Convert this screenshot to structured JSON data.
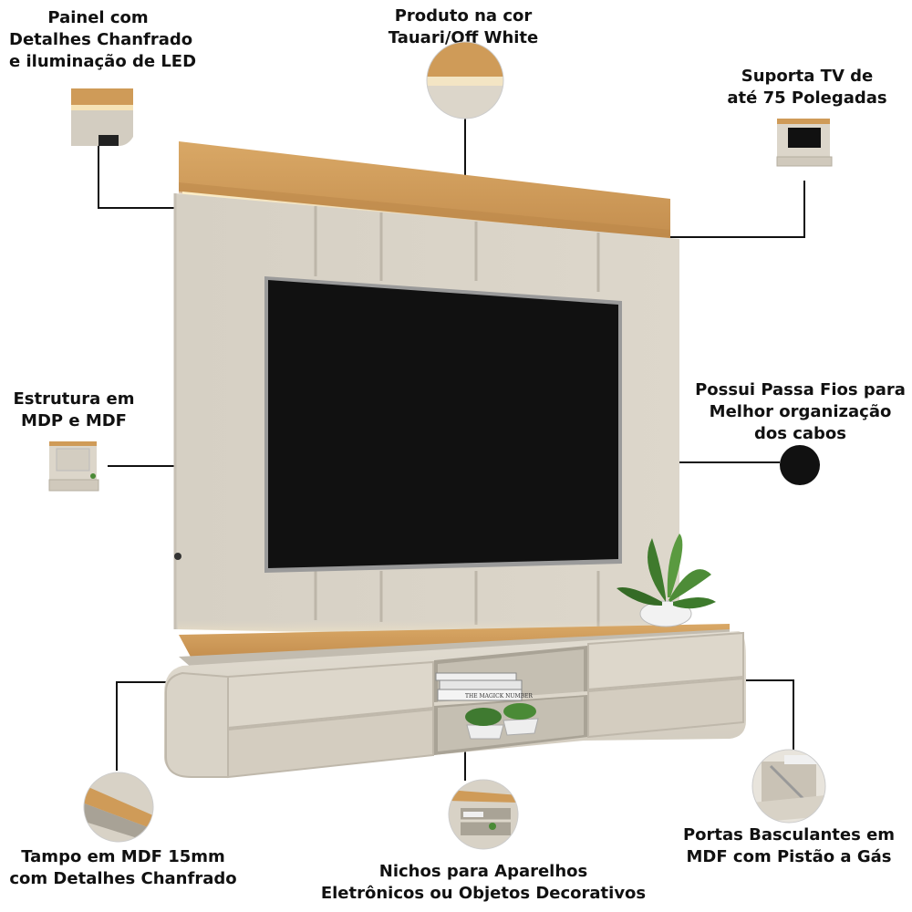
{
  "features": {
    "panel": {
      "line1": "Painel com",
      "line2": "Detalhes Chanfrado",
      "line3": "e iluminação de LED"
    },
    "color": {
      "line1": "Produto na cor",
      "line2": "Tauari/Off White"
    },
    "tv_support": {
      "line1": "Suporta TV de",
      "line2": "até 75 Polegadas"
    },
    "structure": {
      "line1": "Estrutura em",
      "line2": "MDP e MDF"
    },
    "cable_pass": {
      "line1": "Possui Passa Fios para",
      "line2": "Melhor organização",
      "line3": "dos cabos"
    },
    "top": {
      "line1": "Tampo em MDF 15mm",
      "line2": "com Detalhes Chanfrado"
    },
    "niches": {
      "line1": "Nichos para Aparelhos",
      "line2": "Eletrônicos ou Objetos Decorativos"
    },
    "doors": {
      "line1": "Portas Basculantes em",
      "line2": "MDF com Pistão a Gás"
    }
  },
  "book_title": "THE MAGICK NUMBER",
  "colors": {
    "wood": "#cf9b58",
    "offwhite": "#d8d2c6",
    "screen": "#111111"
  }
}
